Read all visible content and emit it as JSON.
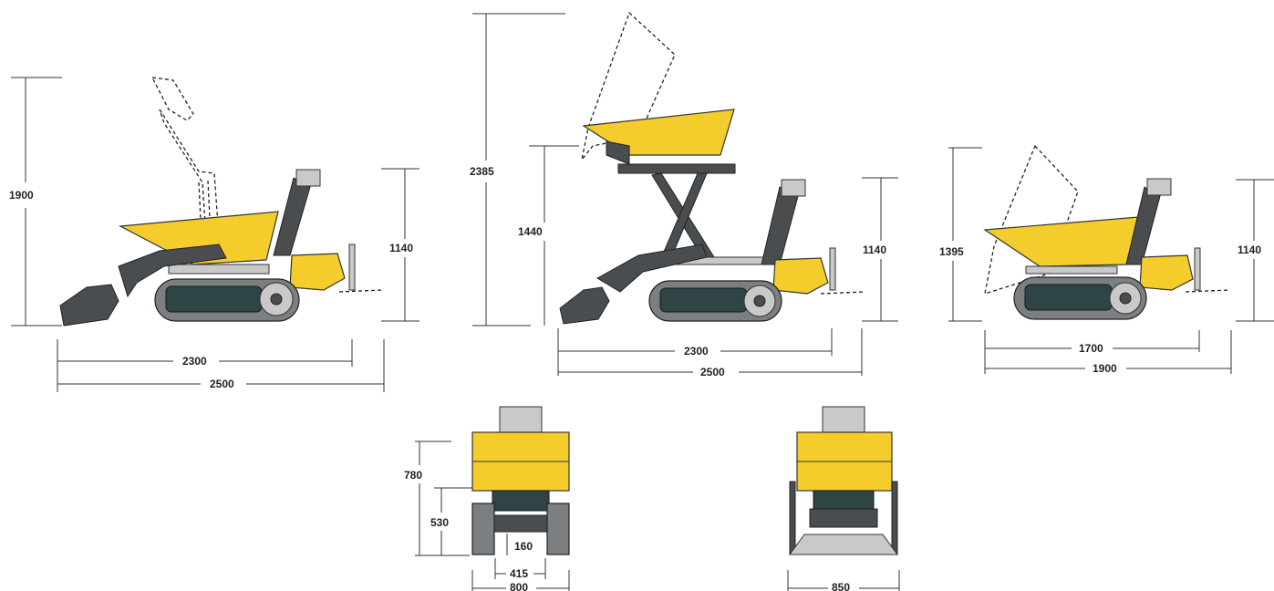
{
  "views": {
    "side_bucket_loader": {
      "height_max": "1900",
      "height_handle": "1140",
      "length_inner": "2300",
      "length_outer": "2500"
    },
    "side_high_tip": {
      "height_max": "2385",
      "height_lift": "1440",
      "height_handle": "1140",
      "length_inner": "2300",
      "length_outer": "2500"
    },
    "side_standard": {
      "height_max": "1395",
      "height_handle": "1140",
      "length_inner": "1700",
      "length_outer": "1900"
    },
    "front_standard": {
      "height_total": "780",
      "height_body": "530",
      "ground_clearance": "160",
      "track_gap": "415",
      "width": "800"
    },
    "front_wide": {
      "width": "850"
    }
  },
  "colors": {
    "body": "#f4cc2b",
    "chassis": "#4a4d4f",
    "track_frame": "#2f4444",
    "track": "#7b7f82"
  }
}
